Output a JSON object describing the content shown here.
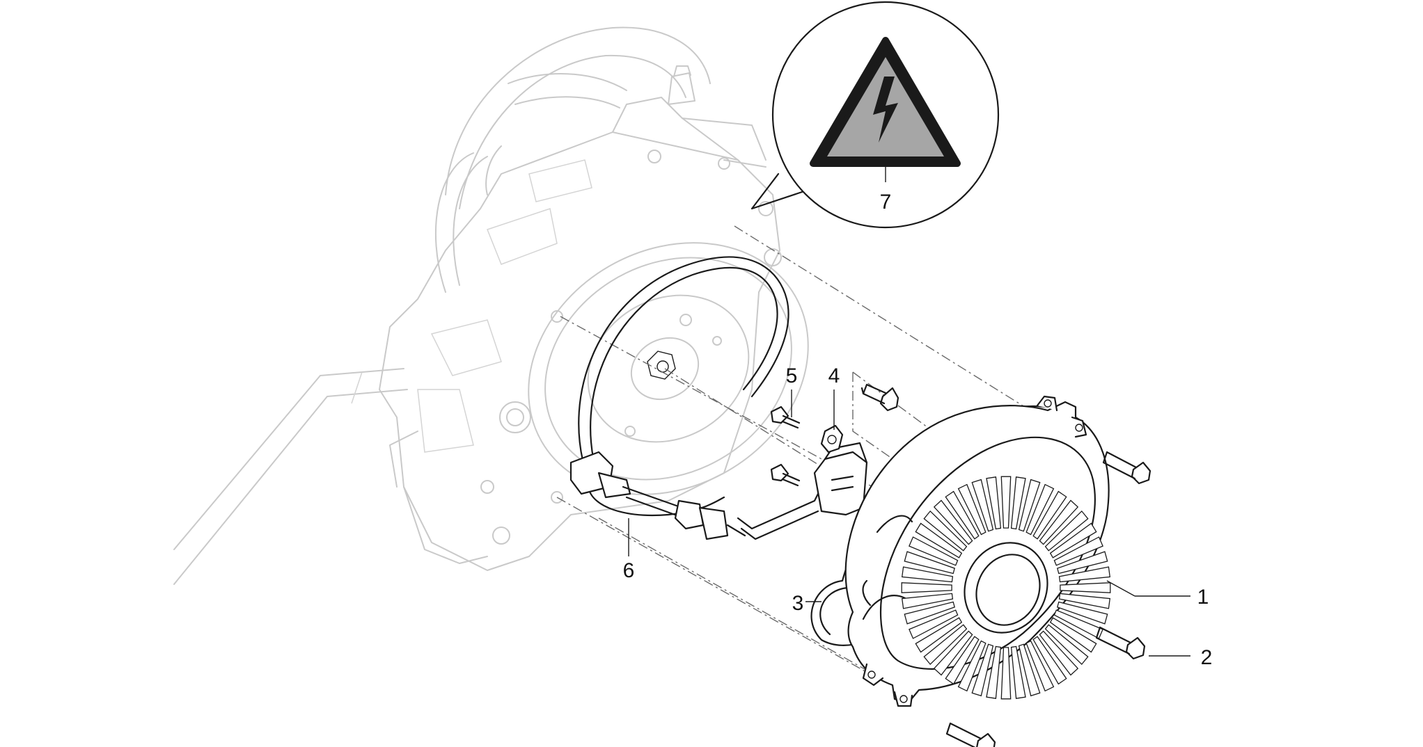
{
  "callouts": [
    {
      "id": "1",
      "label": "1"
    },
    {
      "id": "2",
      "label": "2"
    },
    {
      "id": "3",
      "label": "3"
    },
    {
      "id": "4",
      "label": "4"
    },
    {
      "id": "5",
      "label": "5"
    },
    {
      "id": "6",
      "label": "6"
    },
    {
      "id": "7",
      "label": "7"
    }
  ],
  "icons": {
    "warning": "high-voltage-warning-icon"
  },
  "colors": {
    "line": "#1a1a1a",
    "ghost": "#c9c9c9",
    "warning_fill": "#a6a6a6"
  }
}
